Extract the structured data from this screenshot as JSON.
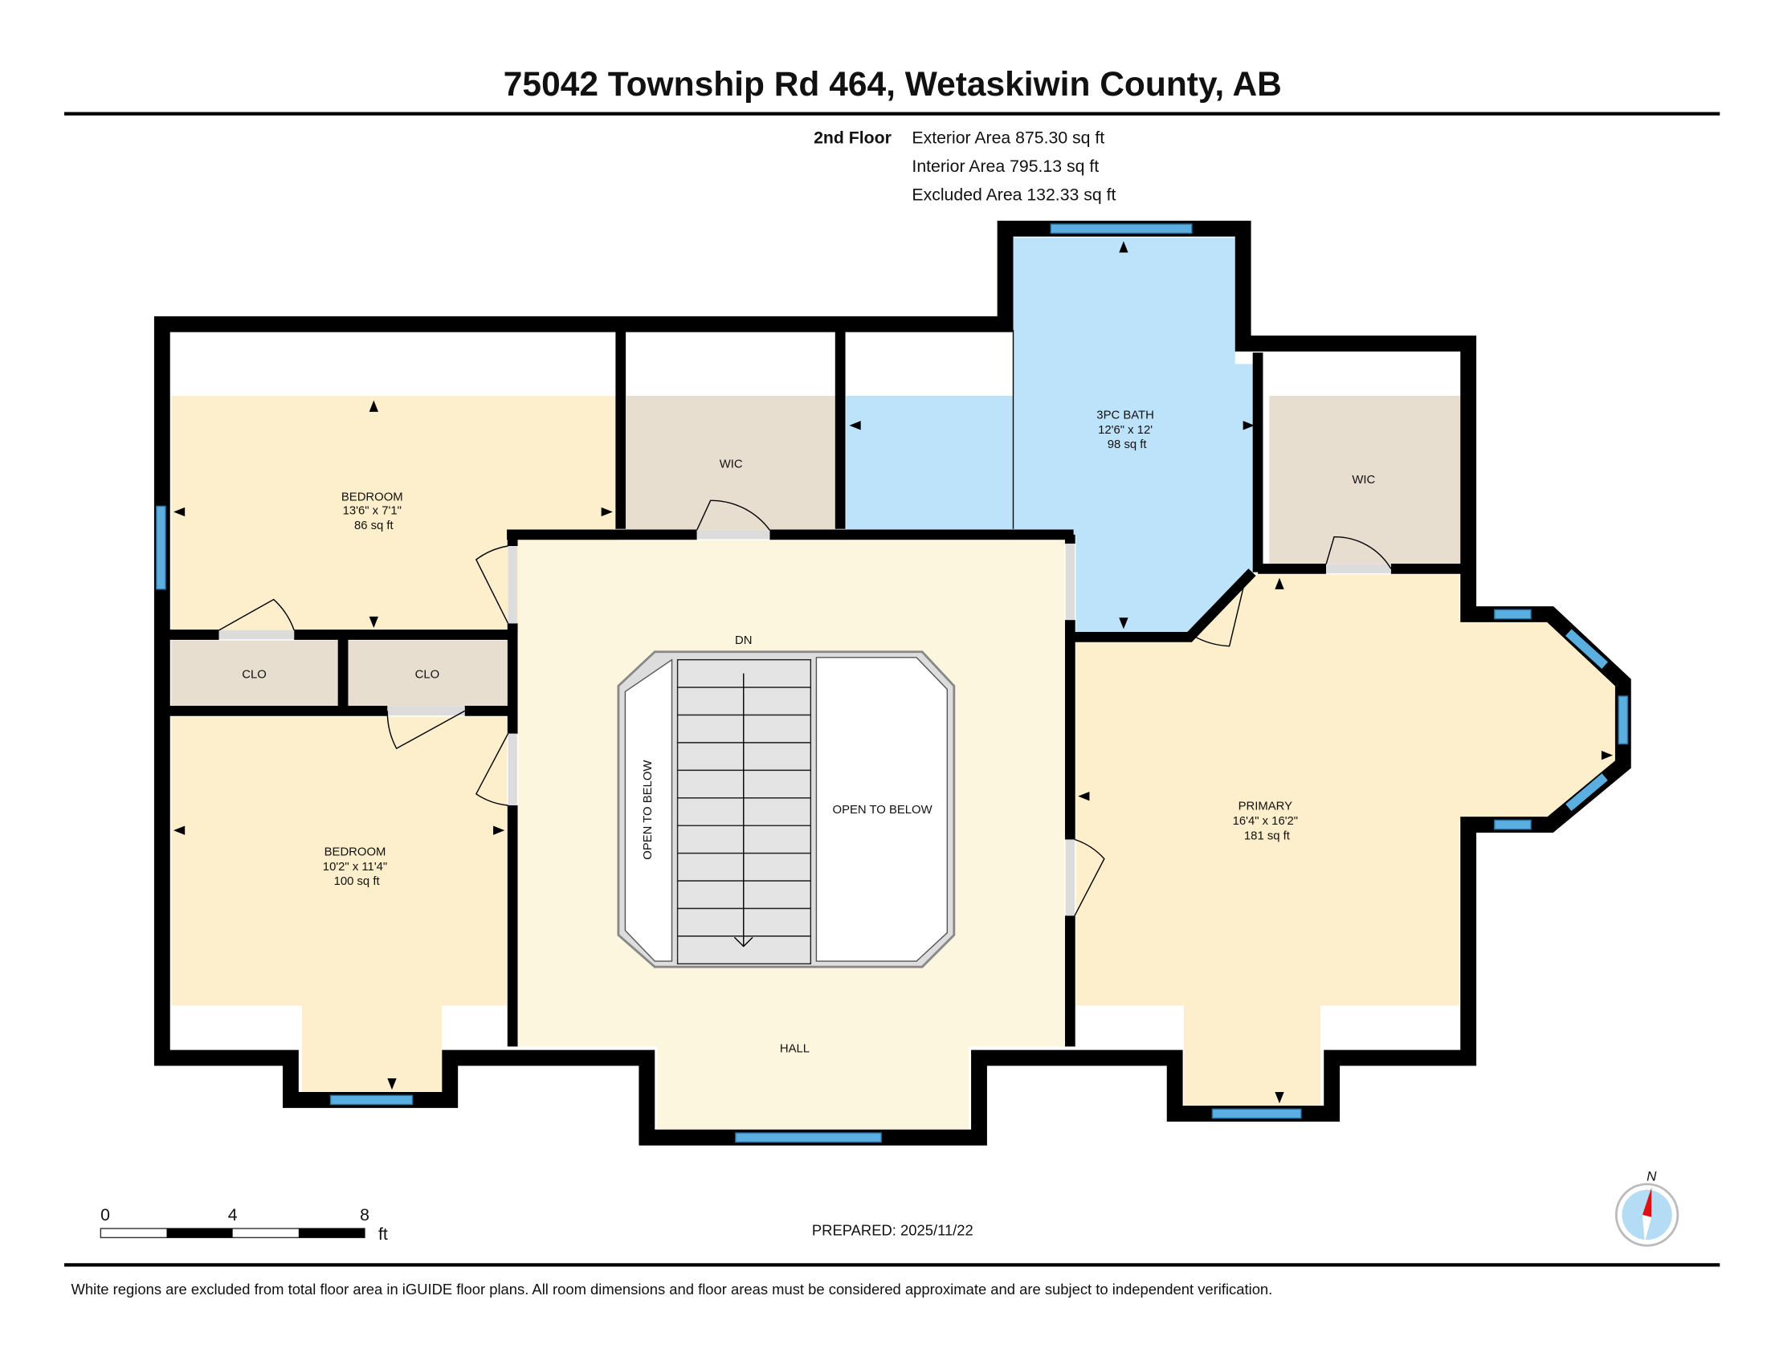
{
  "header": {
    "title": "75042 Township Rd 464, Wetaskiwin County, AB"
  },
  "summary": {
    "floor": "2nd Floor",
    "exterior": "Exterior Area 875.30 sq ft",
    "interior": "Interior Area 795.13 sq ft",
    "excluded": "Excluded Area 132.33 sq ft"
  },
  "rooms": {
    "bedroom1": {
      "name": "BEDROOM",
      "dims": "13'6\" x 7'1\"",
      "area": "86 sq ft"
    },
    "wic1": {
      "name": "WIC"
    },
    "bath": {
      "name": "3PC BATH",
      "dims": "12'6\" x 12'",
      "area": "98 sq ft"
    },
    "wic2": {
      "name": "WIC"
    },
    "clo1": {
      "name": "CLO"
    },
    "clo2": {
      "name": "CLO"
    },
    "bedroom2": {
      "name": "BEDROOM",
      "dims": "10'2\" x 11'4\"",
      "area": "100 sq ft"
    },
    "primary": {
      "name": "PRIMARY",
      "dims": "16'4\" x 16'2\"",
      "area": "181 sq ft"
    },
    "hall": {
      "name": "HALL"
    },
    "stairs_dn": "DN",
    "open_left": "OPEN TO BELOW",
    "open_right": "OPEN TO BELOW"
  },
  "colors": {
    "bedroom": "#fdefcb",
    "hall": "#fdf6df",
    "bath": "#bde3fa",
    "closet": "#e8ded0",
    "window": "#5aaee0",
    "compass_needle": "#e01010"
  },
  "scale": {
    "ticks": [
      "0",
      "4",
      "8"
    ],
    "unit": "ft"
  },
  "compass": {
    "label": "N"
  },
  "prepared": "PREPARED: 2025/11/22",
  "footer": "White regions are excluded from total floor area in iGUIDE floor plans. All room dimensions and floor areas must be considered approximate and are subject to independent verification."
}
